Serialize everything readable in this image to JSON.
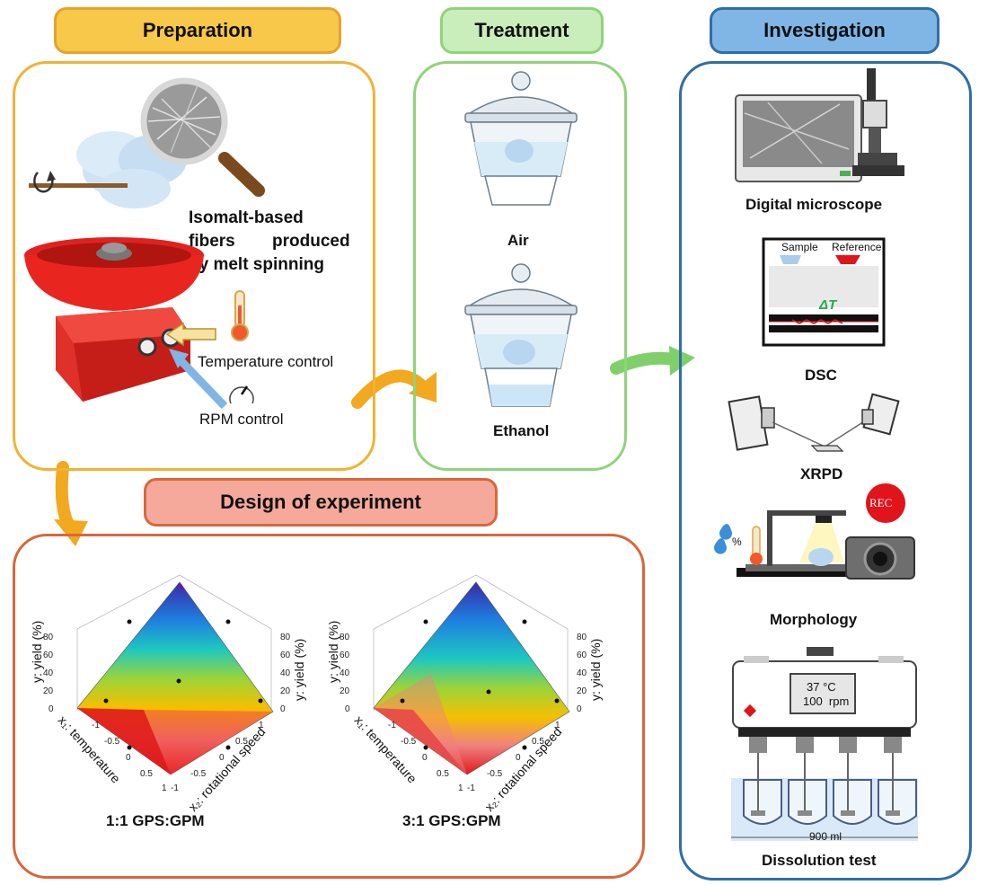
{
  "preparation": {
    "header": "Preparation",
    "fiber_text": [
      "Isomalt-based",
      "fibers",
      "produced",
      "by melt spinning"
    ],
    "temperature_label": "Temperature control",
    "rpm_label": "RPM control"
  },
  "treatment": {
    "header": "Treatment",
    "air_label": "Air",
    "ethanol_label": "Ethanol"
  },
  "investigation": {
    "header": "Investigation",
    "microscope_label": "Digital microscope",
    "dsc_label": "DSC",
    "dsc_sample": "Sample",
    "dsc_reference": "Reference",
    "dsc_delta": "ΔT",
    "xrpd_label": "XRPD",
    "morphology_label": "Morphology",
    "rec_label": "REC",
    "percent_sign": "%",
    "dissolution_label": "Dissolution test",
    "bath_temp": "37 °C",
    "bath_rpm": "100  rpm",
    "volume": "900 ml"
  },
  "doe": {
    "header": "Design of experiment",
    "plot1_caption": "1:1 GPS:GPM",
    "plot2_caption": "3:1 GPS:GPM",
    "y_axis_label": "y: yield (%)",
    "x1_label": "x₁: temperature",
    "x2_label": "x₂: rotational speed",
    "ticks_y": [
      "80",
      "60",
      "40",
      "20",
      "0"
    ],
    "ticks_x": [
      "-1",
      "-0.5",
      "0",
      "0.5",
      "1"
    ]
  },
  "colors": {
    "preparation": "#F2B233",
    "preparation_fill": "#F7C84A",
    "treatment": "#8ED47A",
    "treatment_fill": "#C9EDBB",
    "investigation": "#2F6FA8",
    "investigation_fill": "#7FB6E6",
    "doe": "#D9673B",
    "doe_fill": "#F4A99A",
    "arrow_orange": "#F2A81F",
    "arrow_green": "#7FD06A"
  }
}
